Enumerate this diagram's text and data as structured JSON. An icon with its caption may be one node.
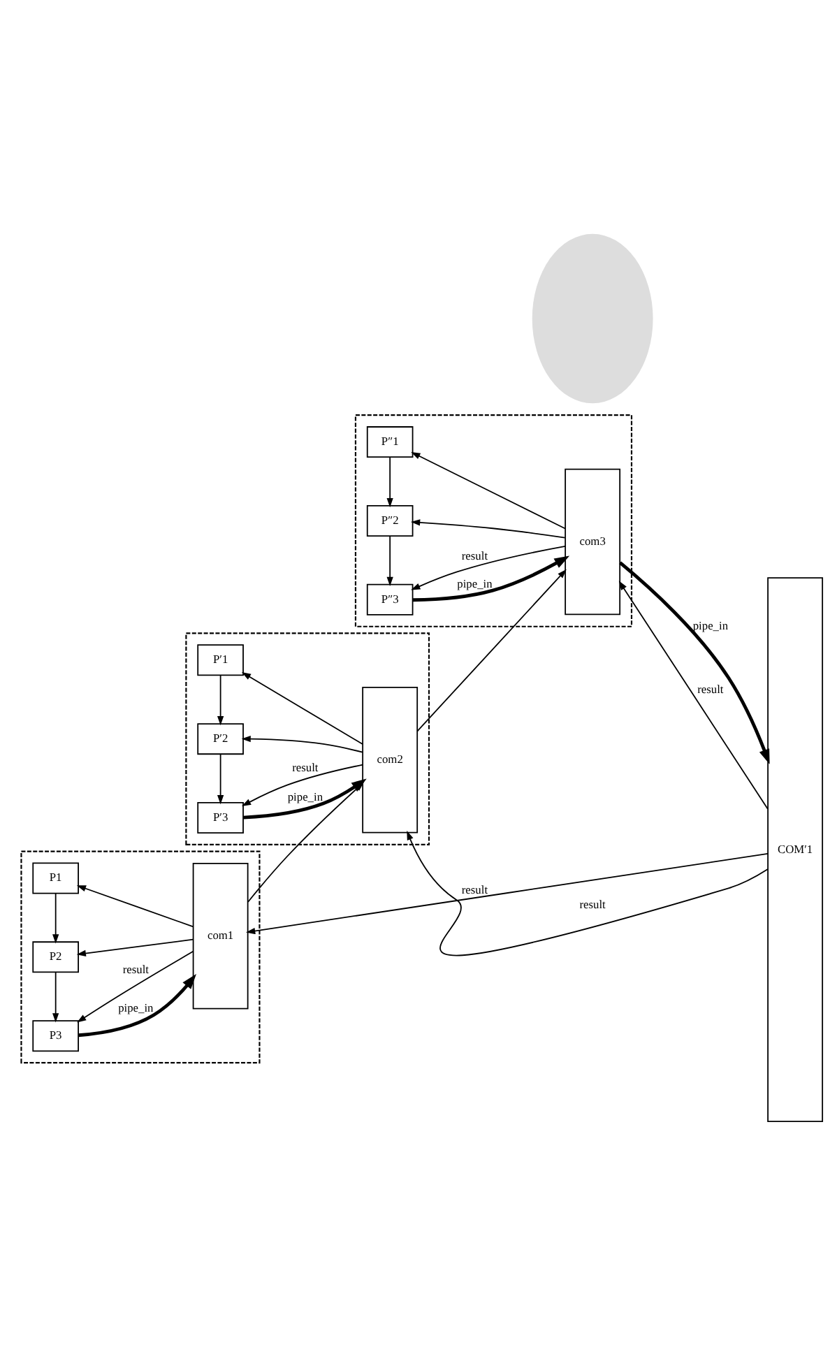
{
  "diagram": {
    "nodes": [
      {
        "text": [],
        "shape": "box"
      },
      {
        "text": [
          "P1"
        ],
        "in": 0
      },
      {
        "text": [
          "P2"
        ],
        "in": 0
      },
      {
        "text": [
          "P3"
        ],
        "in": 0
      },
      {
        "text": [
          "com1"
        ],
        "in": 0
      },
      {
        "text": [],
        "shape": "box"
      },
      {
        "text": [
          "P′1"
        ],
        "in": 5
      },
      {
        "text": [
          "P′2"
        ],
        "in": 5
      },
      {
        "text": [
          "P′3"
        ],
        "in": 5
      },
      {
        "text": [
          "com2"
        ],
        "in": 5
      },
      {
        "text": [],
        "shape": "box"
      },
      {
        "text": [
          "P″1"
        ],
        "in": 10
      },
      {
        "text": [
          "P″2"
        ],
        "in": 10
      },
      {
        "text": [
          "P″3"
        ],
        "in": 10
      },
      {
        "text": [
          "com3"
        ],
        "in": 10
      },
      {
        "text": [],
        "shape": "ellipse"
      },
      {
        "text": [
          "COM′1"
        ]
      }
    ],
    "edges": [
      {
        "from": 4,
        "to": 1,
        "arrow": "to"
      },
      {
        "from": 1,
        "to": 2,
        "arrow": "to"
      },
      {
        "from": 4,
        "to": 2,
        "arrow": "to"
      },
      {
        "from": 2,
        "to": 3,
        "arrow": "to"
      },
      {
        "from": 4,
        "to": 3,
        "arrow": "to",
        "label": "result"
      },
      {
        "from": 3,
        "to": 4,
        "arrow": "to",
        "label": "pipe_in",
        "style": "thick"
      },
      {
        "from": 16,
        "to": 4,
        "arrow": "to",
        "label": "result"
      },
      {
        "from": 4,
        "to": 9,
        "arrow": "to"
      },
      {
        "from": 9,
        "to": 6,
        "arrow": "to"
      },
      {
        "from": 6,
        "to": 7,
        "arrow": "to"
      },
      {
        "from": 9,
        "to": 7,
        "arrow": "to"
      },
      {
        "from": 7,
        "to": 8,
        "arrow": "to"
      },
      {
        "from": 9,
        "to": 8,
        "arrow": "to",
        "label": "result"
      },
      {
        "from": 8,
        "to": 9,
        "arrow": "to",
        "label": "pipe_in",
        "style": "thick"
      },
      {
        "from": 16,
        "to": 9,
        "arrow": "to",
        "label": "result"
      },
      {
        "from": 9,
        "to": 14,
        "arrow": "to"
      },
      {
        "from": 14,
        "to": 11,
        "arrow": "to"
      },
      {
        "from": 11,
        "to": 12,
        "arrow": "to"
      },
      {
        "from": 14,
        "to": 12,
        "arrow": "to"
      },
      {
        "from": 12,
        "to": 13,
        "arrow": "to"
      },
      {
        "from": 14,
        "to": 13,
        "arrow": "to",
        "label": "result"
      },
      {
        "from": 13,
        "to": 14,
        "arrow": "to",
        "label": "pipe_in",
        "style": "thick"
      },
      {
        "from": 16,
        "to": 14,
        "arrow": "to",
        "label": "result"
      },
      {
        "from": 14,
        "to": 16,
        "arrow": "to",
        "label": "pipe_in",
        "style": "thick"
      }
    ]
  }
}
